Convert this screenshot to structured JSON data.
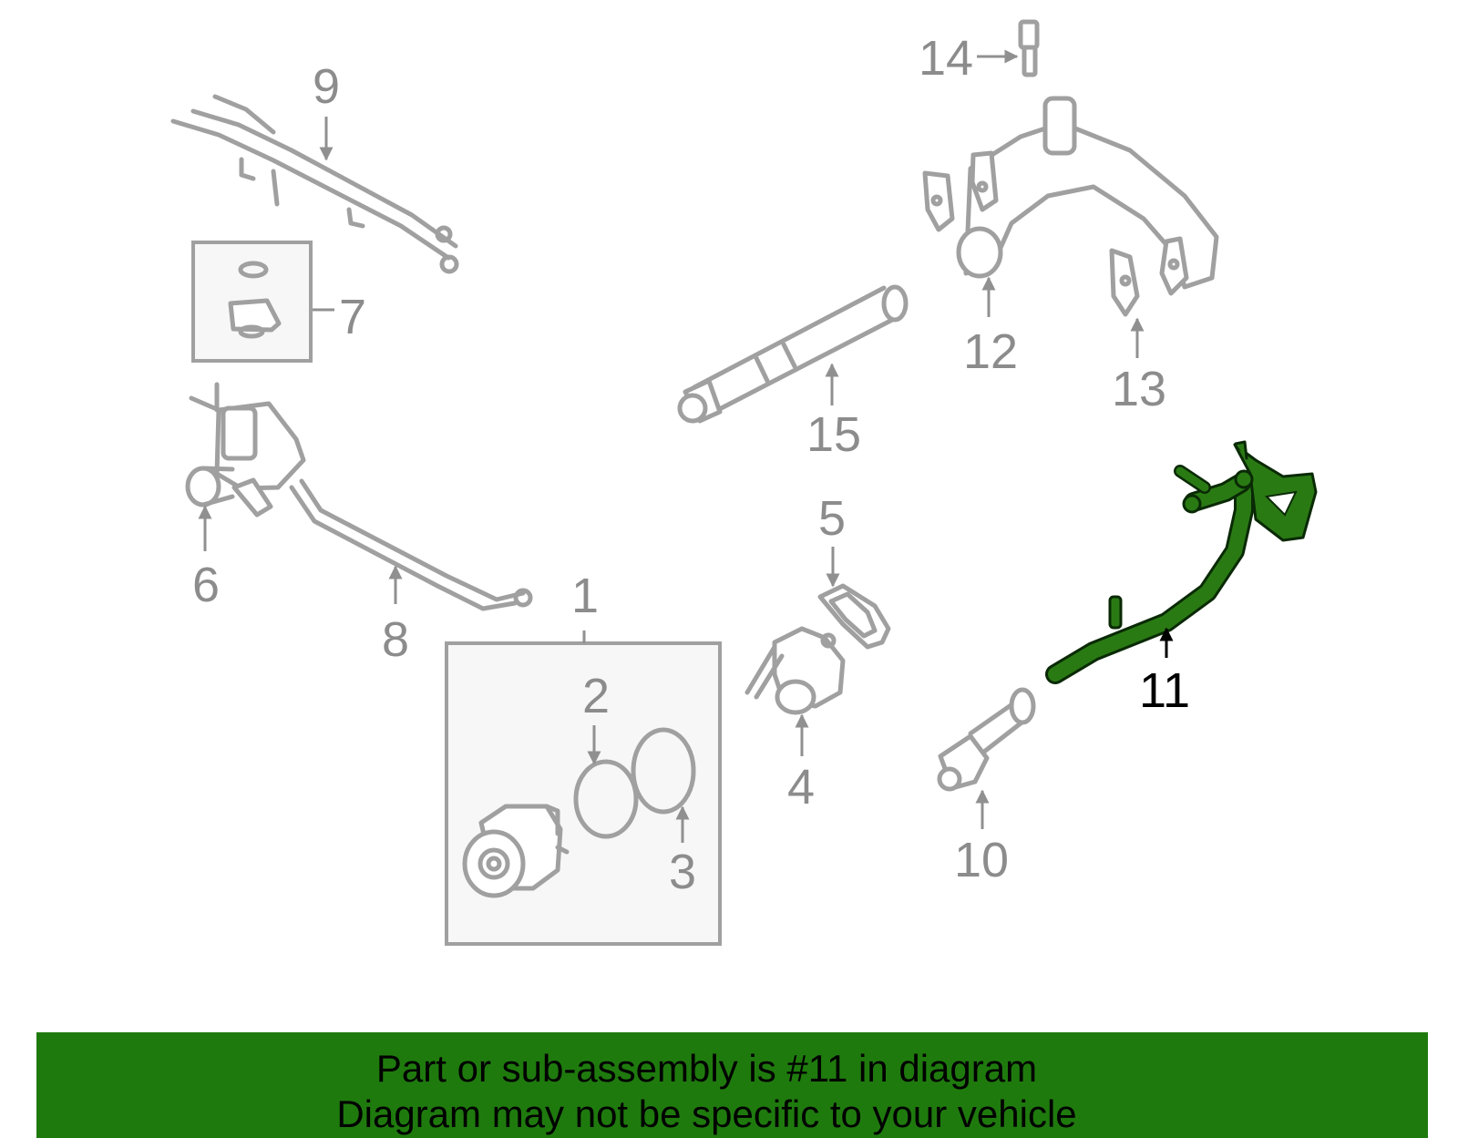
{
  "diagram": {
    "highlight_color": "#2a7a14",
    "callouts": [
      "1",
      "2",
      "3",
      "4",
      "5",
      "6",
      "7",
      "8",
      "9",
      "10",
      "11",
      "12",
      "13",
      "14",
      "15"
    ],
    "highlighted_callout": "11"
  },
  "banner": {
    "line1": "Part or sub-assembly is #11 in diagram",
    "line2": "Diagram may not be specific to your vehicle",
    "background": "#1f7a0e"
  }
}
